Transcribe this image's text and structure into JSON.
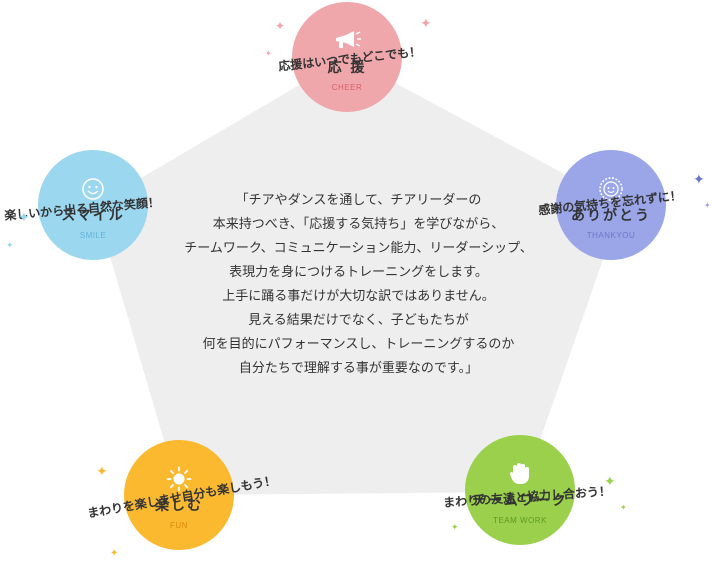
{
  "center_text": {
    "lines": [
      "「チアやダンスを通して、チアリーダーの",
      "本来持つべき、「応援する気持ち」を学びながら、",
      "チームワーク、コミュニケーション能力、リーダーシップ、",
      "表現力を身につけるトレーニングをします。",
      "上手に踊る事だけが大切な訳ではありません。",
      "見える結果だけでなく、子どもたちが",
      "何を目的にパフォーマンスし、トレーニングするのか",
      "自分たちで理解する事が重要なのです。」"
    ]
  },
  "items": {
    "cheer": {
      "title": "応 援",
      "subtitle": "CHEER",
      "tagline": "応援はいつでもどこでも！",
      "icon": "megaphone-icon",
      "color": "#f0a7ab"
    },
    "smile": {
      "title": "スマイル",
      "subtitle": "SMILE",
      "tagline": "楽しいから出る自然な笑顔！",
      "icon": "smiley-icon",
      "color": "#9bd7ef"
    },
    "thanks": {
      "title": "ありがとう",
      "subtitle": "THANKYOU",
      "tagline": "感謝の気持ちを忘れずに！",
      "icon": "face-icon",
      "color": "#9aa6e8"
    },
    "fun": {
      "title": "楽しむ",
      "subtitle": "FUN",
      "tagline": "まわりを楽しませ自分も楽しもう！",
      "icon": "sun-icon",
      "color": "#fbb930"
    },
    "team": {
      "title": "チームワーク",
      "subtitle": "TEAM WORK",
      "tagline": "まわりの友達と協力し合おう！",
      "icon": "glove-icon",
      "color": "#9ad04c"
    }
  },
  "colors": {
    "pentagon": "#eeeeee"
  }
}
